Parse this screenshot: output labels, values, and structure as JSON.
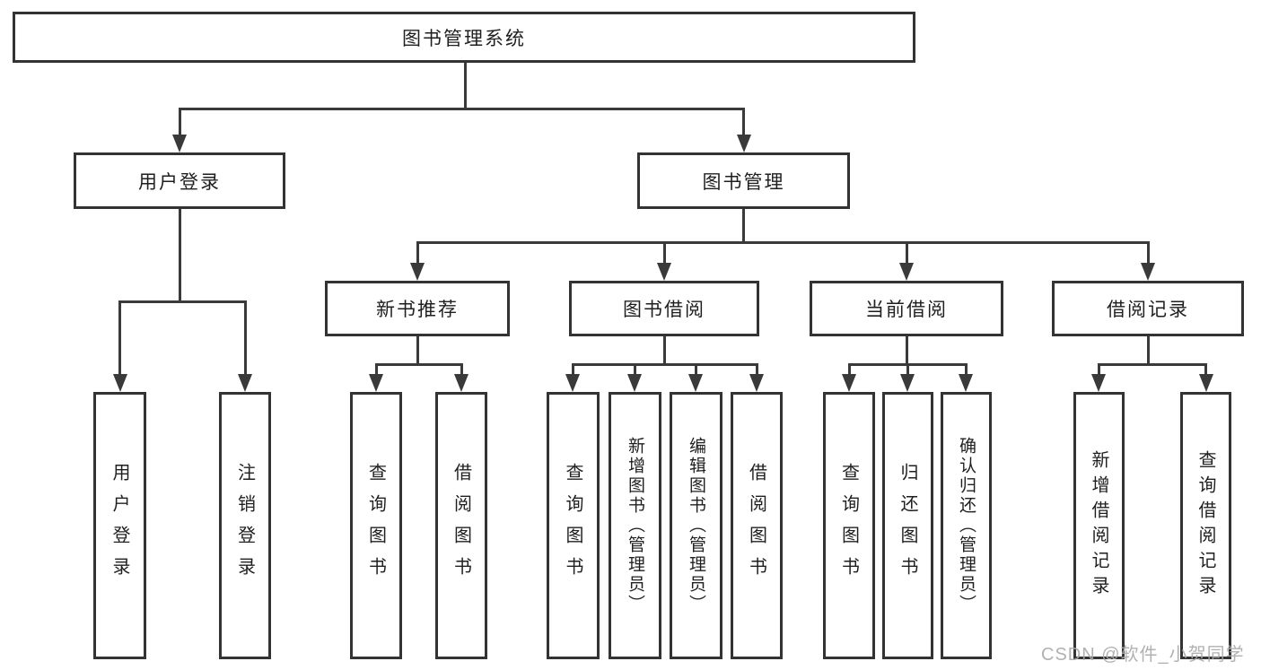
{
  "nodes": {
    "root": "图书管理系统",
    "user_login": "用户登录",
    "book_mgmt": "图书管理",
    "new_book": "新书推荐",
    "book_borrow": "图书借阅",
    "current_borrow": "当前借阅",
    "borrow_record": "借阅记录",
    "user_login_children": [
      "用户登录",
      "注销登录"
    ],
    "new_book_children": [
      "查询图书",
      "借阅图书"
    ],
    "book_borrow_children": [
      "查询图书",
      "新增图书（管理员）",
      "编辑图书（管理员）",
      "借阅图书"
    ],
    "current_borrow_children": [
      "查询图书",
      "归还图书",
      "确认归还（管理员）"
    ],
    "borrow_record_children": [
      "新增借阅记录",
      "查询借阅记录"
    ]
  },
  "watermark": "CSDN @软件_小贺同学",
  "colors": {
    "line": "#3a3a3a",
    "box_border": "#333333",
    "box_fill": "#ffffff",
    "text": "#1f1f1f",
    "watermark": "#a8a8a8"
  }
}
